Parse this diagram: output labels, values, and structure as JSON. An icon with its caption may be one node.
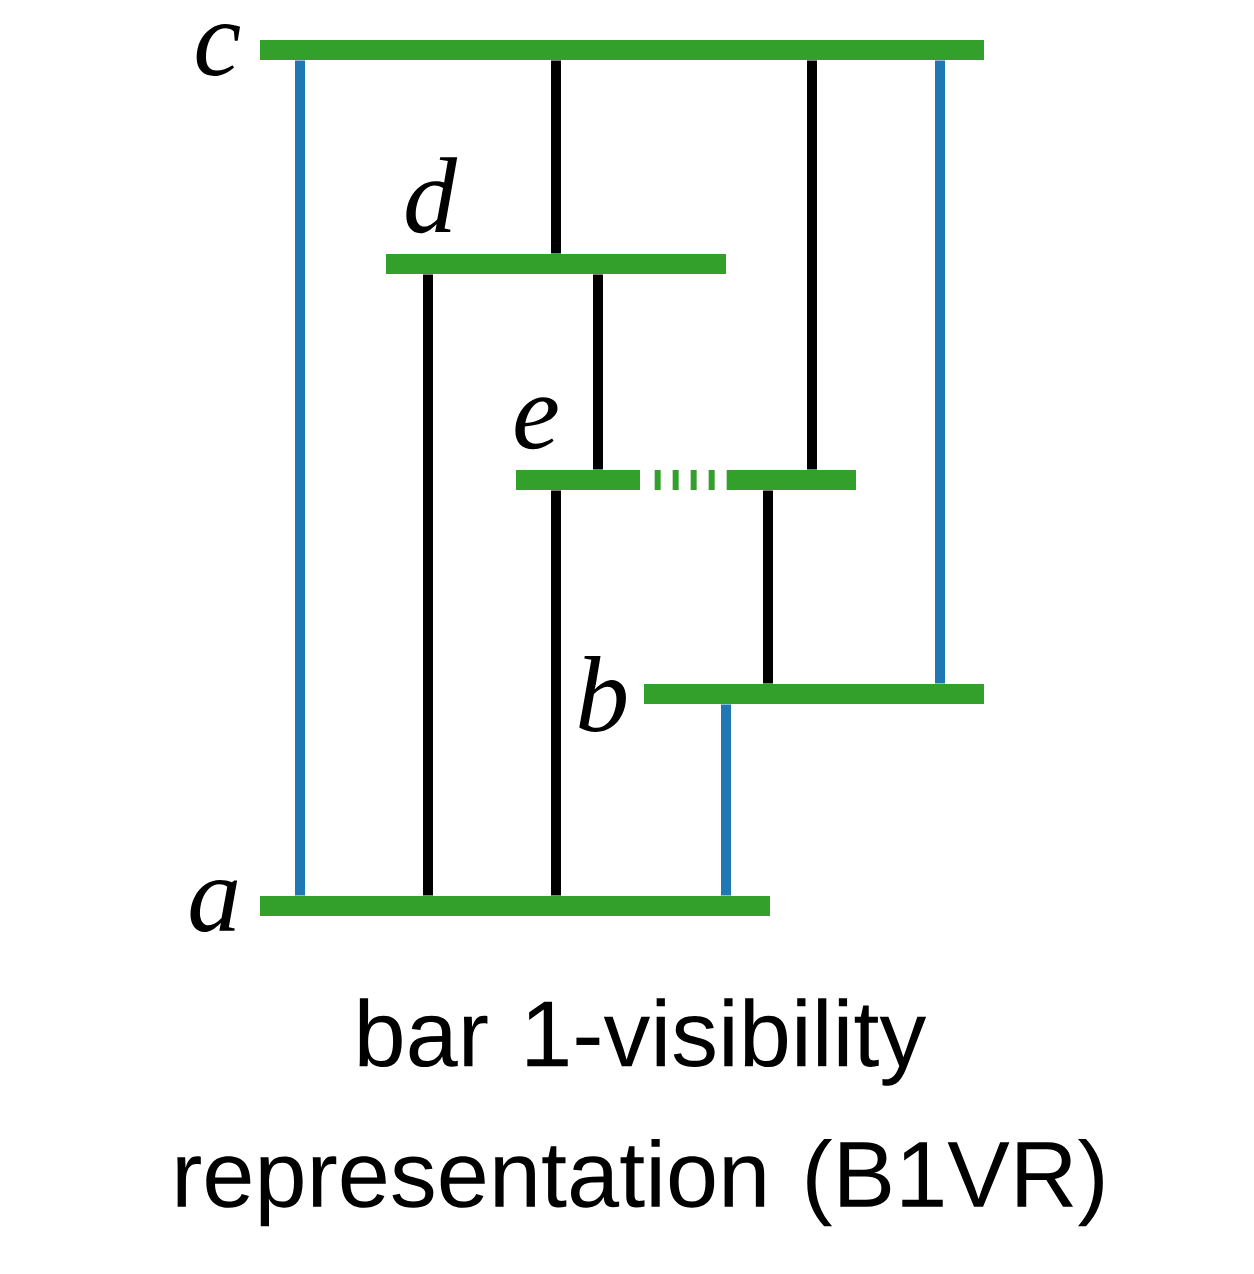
{
  "diagram": {
    "caption": "bar 1-visibility representation (B1VR)",
    "nodes": [
      {
        "text": [
          "c"
        ]
      },
      {
        "text": [
          "d"
        ]
      },
      {
        "text": [
          "e"
        ]
      },
      {
        "text": [
          "b"
        ]
      },
      {
        "text": [
          "a"
        ]
      }
    ],
    "edges": [
      {
        "from": 0,
        "to": 4,
        "arrow": "none",
        "color": "#1f77b4"
      },
      {
        "from": 0,
        "to": 1,
        "arrow": "none"
      },
      {
        "from": 0,
        "to": 2,
        "arrow": "none"
      },
      {
        "from": 0,
        "to": 3,
        "arrow": "none",
        "color": "#1f77b4"
      },
      {
        "from": 1,
        "to": 4,
        "arrow": "none"
      },
      {
        "from": 1,
        "to": 2,
        "arrow": "none"
      },
      {
        "from": 2,
        "to": 4,
        "arrow": "none"
      },
      {
        "from": 2,
        "to": 3,
        "arrow": "none"
      },
      {
        "from": 3,
        "to": 4,
        "arrow": "none",
        "color": "#1f77b4"
      }
    ]
  }
}
